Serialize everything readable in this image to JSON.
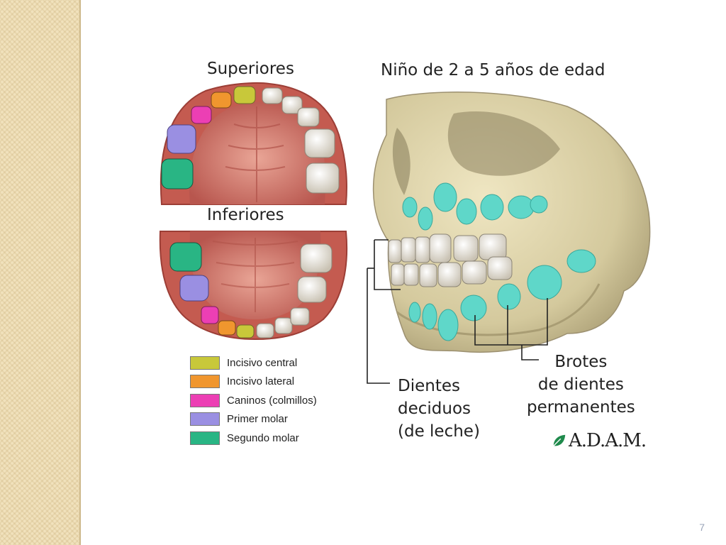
{
  "diagram": {
    "upper_title": "Superiores",
    "lower_title": "Inferiores",
    "age_title": "Niño de 2 a 5 años de edad",
    "callouts": {
      "deciduous": [
        "Dientes",
        "deciduos",
        "(de leche)"
      ],
      "permanent_buds": [
        "Brotes",
        "de dientes",
        "permanentes"
      ]
    },
    "legend": [
      {
        "label": "Incisivo central",
        "color": "#c8c83a"
      },
      {
        "label": "Incisivo lateral",
        "color": "#f0962e"
      },
      {
        "label": "Caninos (colmillos)",
        "color": "#ec3fb4"
      },
      {
        "label": "Primer molar",
        "color": "#9a8fe2"
      },
      {
        "label": "Segundo molar",
        "color": "#29b584"
      }
    ],
    "logo_text": "A.D.A.M."
  },
  "slide": {
    "number": "7"
  },
  "colors": {
    "gum": "#c8645a",
    "palate": "#d98a7c",
    "tooth": "#f1eee6",
    "bone": "#d9cfa8",
    "bud": "#5fd7c9"
  },
  "icons": {
    "logo_mark": "leaf-icon"
  }
}
